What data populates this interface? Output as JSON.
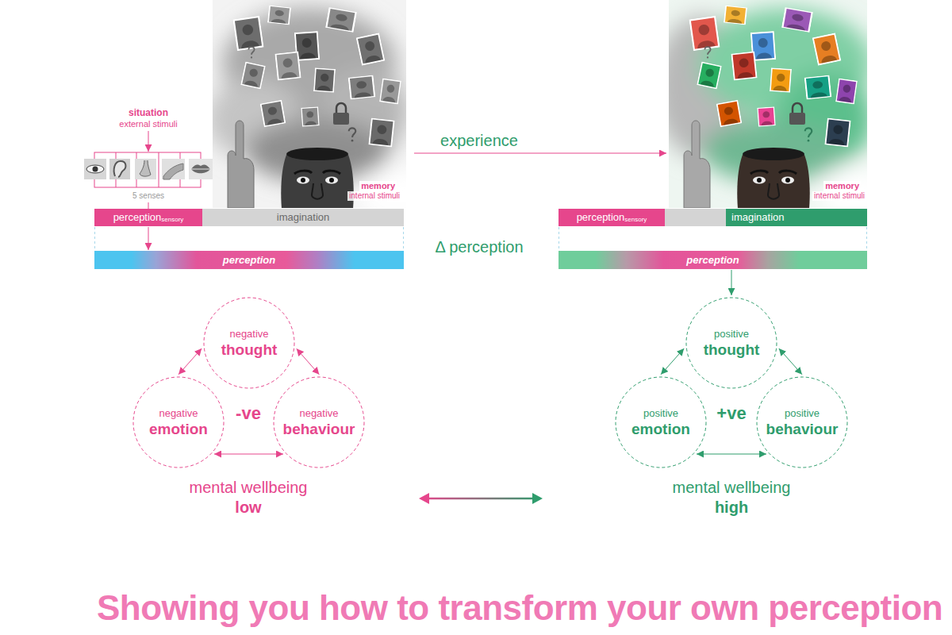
{
  "diagram": {
    "title": "Showing you how to transform your own perception",
    "nodes": [
      {
        "text": [
          "perception",
          "sensory"
        ]
      },
      {
        "text": [
          "imagination"
        ]
      },
      {
        "text": [
          "perception"
        ]
      },
      {
        "text": [
          "negative",
          "thought"
        ]
      },
      {
        "text": [
          "negative",
          "emotion"
        ]
      },
      {
        "text": [
          "negative",
          "behaviour"
        ]
      },
      {
        "text": [
          "perception",
          "sensory"
        ]
      },
      {
        "text": [
          "imagination"
        ]
      },
      {
        "text": [
          "perception"
        ]
      },
      {
        "text": [
          "positive",
          "thought"
        ]
      },
      {
        "text": [
          "positive",
          "emotion"
        ]
      },
      {
        "text": [
          "positive",
          "behaviour"
        ]
      }
    ],
    "edges": [
      {
        "from": 0,
        "to": 2,
        "arrow": "to"
      },
      {
        "from": 3,
        "to": 4,
        "arrow": "both"
      },
      {
        "from": 3,
        "to": 5,
        "arrow": "both"
      },
      {
        "from": 4,
        "to": 5,
        "arrow": "both"
      },
      {
        "from": 8,
        "to": 9,
        "arrow": "to"
      },
      {
        "from": 9,
        "to": 10,
        "arrow": "both"
      },
      {
        "from": 9,
        "to": 11,
        "arrow": "both"
      },
      {
        "from": 10,
        "to": 11,
        "arrow": "both"
      }
    ],
    "labels": [
      "situation",
      "external stimuli",
      "5 senses",
      "memory",
      "internal stimuli",
      "experience",
      "memory",
      "internal stimuli",
      "Δ perception",
      "-ve",
      "+ve",
      "mental wellbeing",
      "low",
      "mental wellbeing",
      "high"
    ]
  }
}
